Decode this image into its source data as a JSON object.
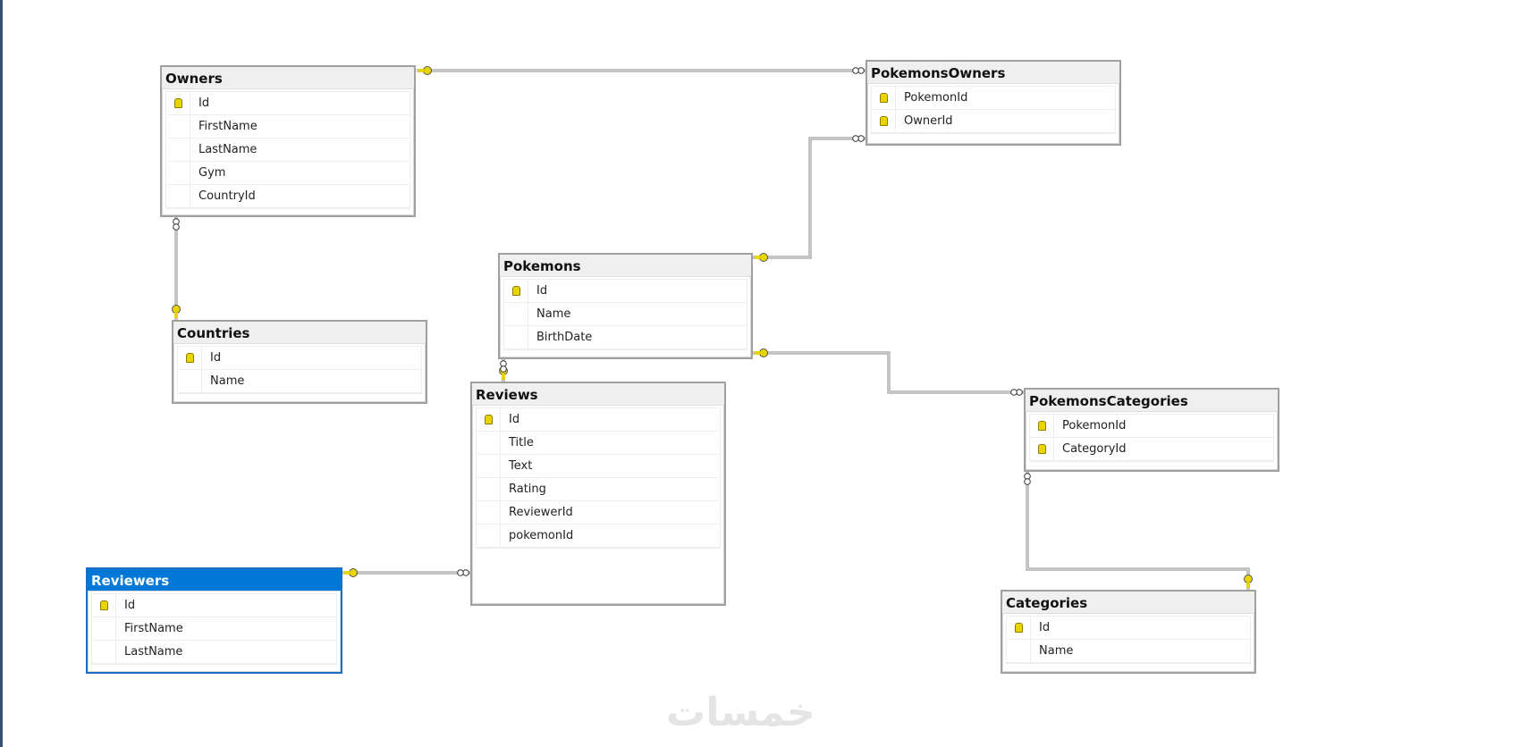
{
  "tables": [
    {
      "name": "Owners",
      "columns": [
        {
          "name": "Id",
          "pk": true
        },
        {
          "name": "FirstName"
        },
        {
          "name": "LastName"
        },
        {
          "name": "Gym"
        },
        {
          "name": "CountryId"
        }
      ]
    },
    {
      "name": "PokemonsOwners",
      "columns": [
        {
          "name": "PokemonId",
          "pk": true
        },
        {
          "name": "OwnerId",
          "pk": true
        }
      ]
    },
    {
      "name": "Pokemons",
      "columns": [
        {
          "name": "Id",
          "pk": true
        },
        {
          "name": "Name"
        },
        {
          "name": "BirthDate"
        }
      ]
    },
    {
      "name": "Countries",
      "columns": [
        {
          "name": "Id",
          "pk": true
        },
        {
          "name": "Name"
        }
      ]
    },
    {
      "name": "Reviews",
      "columns": [
        {
          "name": "Id",
          "pk": true
        },
        {
          "name": "Title"
        },
        {
          "name": "Text"
        },
        {
          "name": "Rating"
        },
        {
          "name": "ReviewerId"
        },
        {
          "name": "pokemonId"
        }
      ]
    },
    {
      "name": "PokemonsCategories",
      "columns": [
        {
          "name": "PokemonId",
          "pk": true
        },
        {
          "name": "CategoryId",
          "pk": true
        }
      ]
    },
    {
      "name": "Reviewers",
      "selected": true,
      "columns": [
        {
          "name": "Id",
          "pk": true
        },
        {
          "name": "FirstName"
        },
        {
          "name": "LastName"
        }
      ]
    },
    {
      "name": "Categories",
      "columns": [
        {
          "name": "Id",
          "pk": true
        },
        {
          "name": "Name"
        }
      ]
    }
  ],
  "relationships": [
    {
      "from": "Owners",
      "to": "PokemonsOwners"
    },
    {
      "from": "Pokemons",
      "to": "PokemonsOwners"
    },
    {
      "from": "Countries",
      "to": "Owners"
    },
    {
      "from": "Pokemons",
      "to": "PokemonsCategories"
    },
    {
      "from": "Pokemons",
      "to": "Reviews"
    },
    {
      "from": "Reviewers",
      "to": "Reviews"
    },
    {
      "from": "Categories",
      "to": "PokemonsCategories"
    }
  ],
  "watermark": "خمسات",
  "colors": {
    "key": "#e8d400",
    "selected": "#0078d7"
  }
}
